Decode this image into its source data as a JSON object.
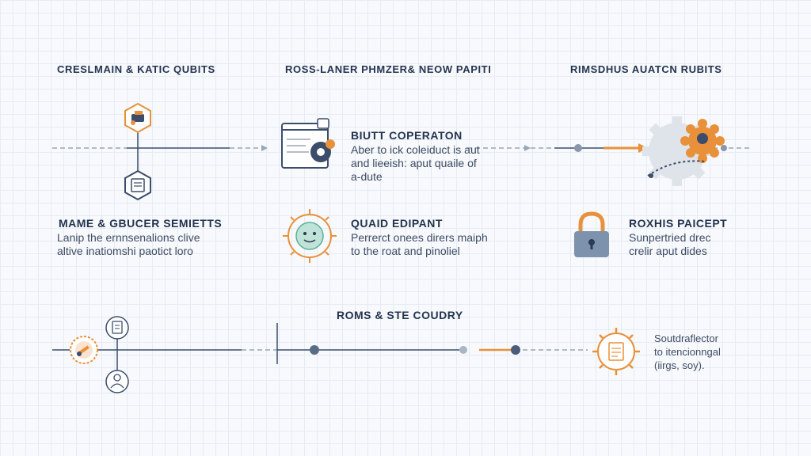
{
  "columns": {
    "left_title": "CRESLMAIN & KATIC QUBITS",
    "middle_title": "ROSS-LANER PHMZER& NEOW PAPITI",
    "right_title": "RIMSDHUS AUATCN RUBITS"
  },
  "items": {
    "biutt": {
      "title": "BIUTT COPERATON",
      "lines": [
        "Aber to ick coleiduct is aut",
        "and lieeish: aput quaile of",
        "a-dute"
      ]
    },
    "mame": {
      "title": "MAME & GBUCER SEMIETTS",
      "lines": [
        "Lanip the ernnsenalions clive",
        "altive inatiomshi paotict loro"
      ]
    },
    "quaid": {
      "title": "QUAID EDIPANT",
      "lines": [
        "Perrerct onees dirers maiph",
        "to the roat and pinoliel"
      ]
    },
    "roxhis": {
      "title": "ROXHIS PAICEPT",
      "lines": [
        "Sunpertried drec",
        "crelir aput dides"
      ]
    },
    "soutdr": {
      "lines": [
        "Soutdraflector",
        "to itencionngal",
        "(iirgs, soy)."
      ]
    }
  },
  "bottom_section": {
    "title": "ROMS & STE COUDRY"
  },
  "colors": {
    "navy": "#3b4d6b",
    "orange": "#e8913a",
    "gray_line": "#9aa5b5",
    "teal": "#5fae9a"
  },
  "icons": [
    "tools-hexagon-icon",
    "document-hexagon-icon",
    "browser-gear-icon",
    "gears-icon",
    "gear-face-icon",
    "padlock-icon",
    "document-circle-icon",
    "wrench-circle-icon",
    "person-circle-icon",
    "gear-document-icon"
  ]
}
